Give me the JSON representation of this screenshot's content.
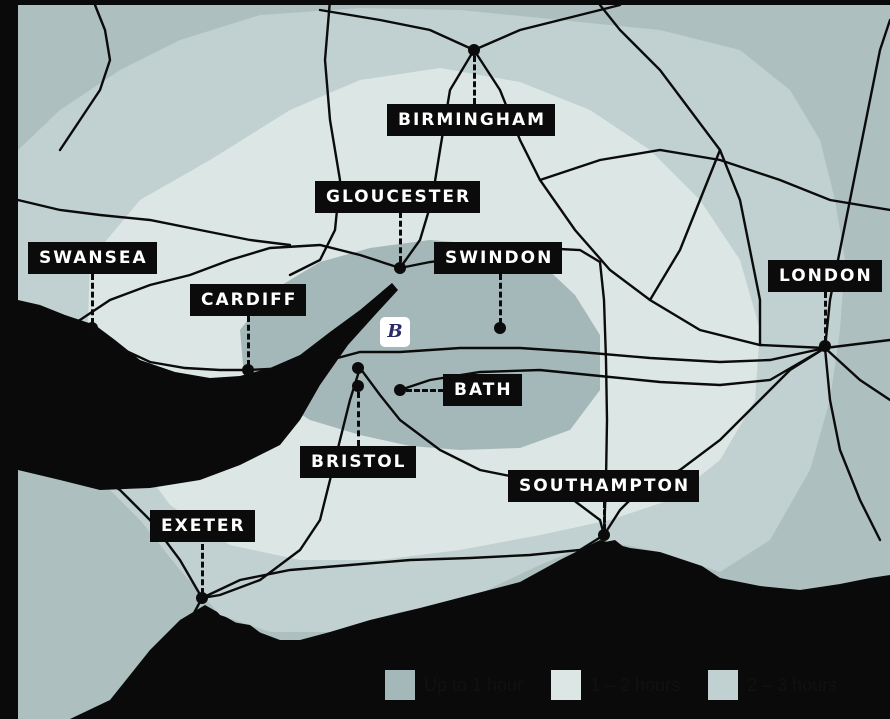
{
  "cities": [
    {
      "id": "birmingham",
      "name": "BIRMINGHAM"
    },
    {
      "id": "gloucester",
      "name": "GLOUCESTER"
    },
    {
      "id": "swansea",
      "name": "SWANSEA"
    },
    {
      "id": "swindon",
      "name": "SWINDON"
    },
    {
      "id": "cardiff",
      "name": "CARDIFF"
    },
    {
      "id": "london",
      "name": "LONDON"
    },
    {
      "id": "bath",
      "name": "BATH"
    },
    {
      "id": "bristol",
      "name": "BRISTOL"
    },
    {
      "id": "southampton",
      "name": "SOUTHAMPTON"
    },
    {
      "id": "exeter",
      "name": "EXETER"
    }
  ],
  "brand_badge": {
    "text": "B",
    "icon": "brand-logo-icon"
  },
  "legend": [
    {
      "label": "Up to 1 hour",
      "color": "#a5b8b9"
    },
    {
      "label": "1 – 2 hours",
      "color": "#dce6e5"
    },
    {
      "label": "2 – 3 hours",
      "color": "#c1d0d0"
    }
  ],
  "colors": {
    "sea": "#0a0a0a",
    "zone_outer": "#aebfbf",
    "zone_3h": "#c1d0d0",
    "zone_2h": "#dce6e5",
    "zone_1h": "#a5b8b9",
    "roads": "#0b0b0b"
  }
}
